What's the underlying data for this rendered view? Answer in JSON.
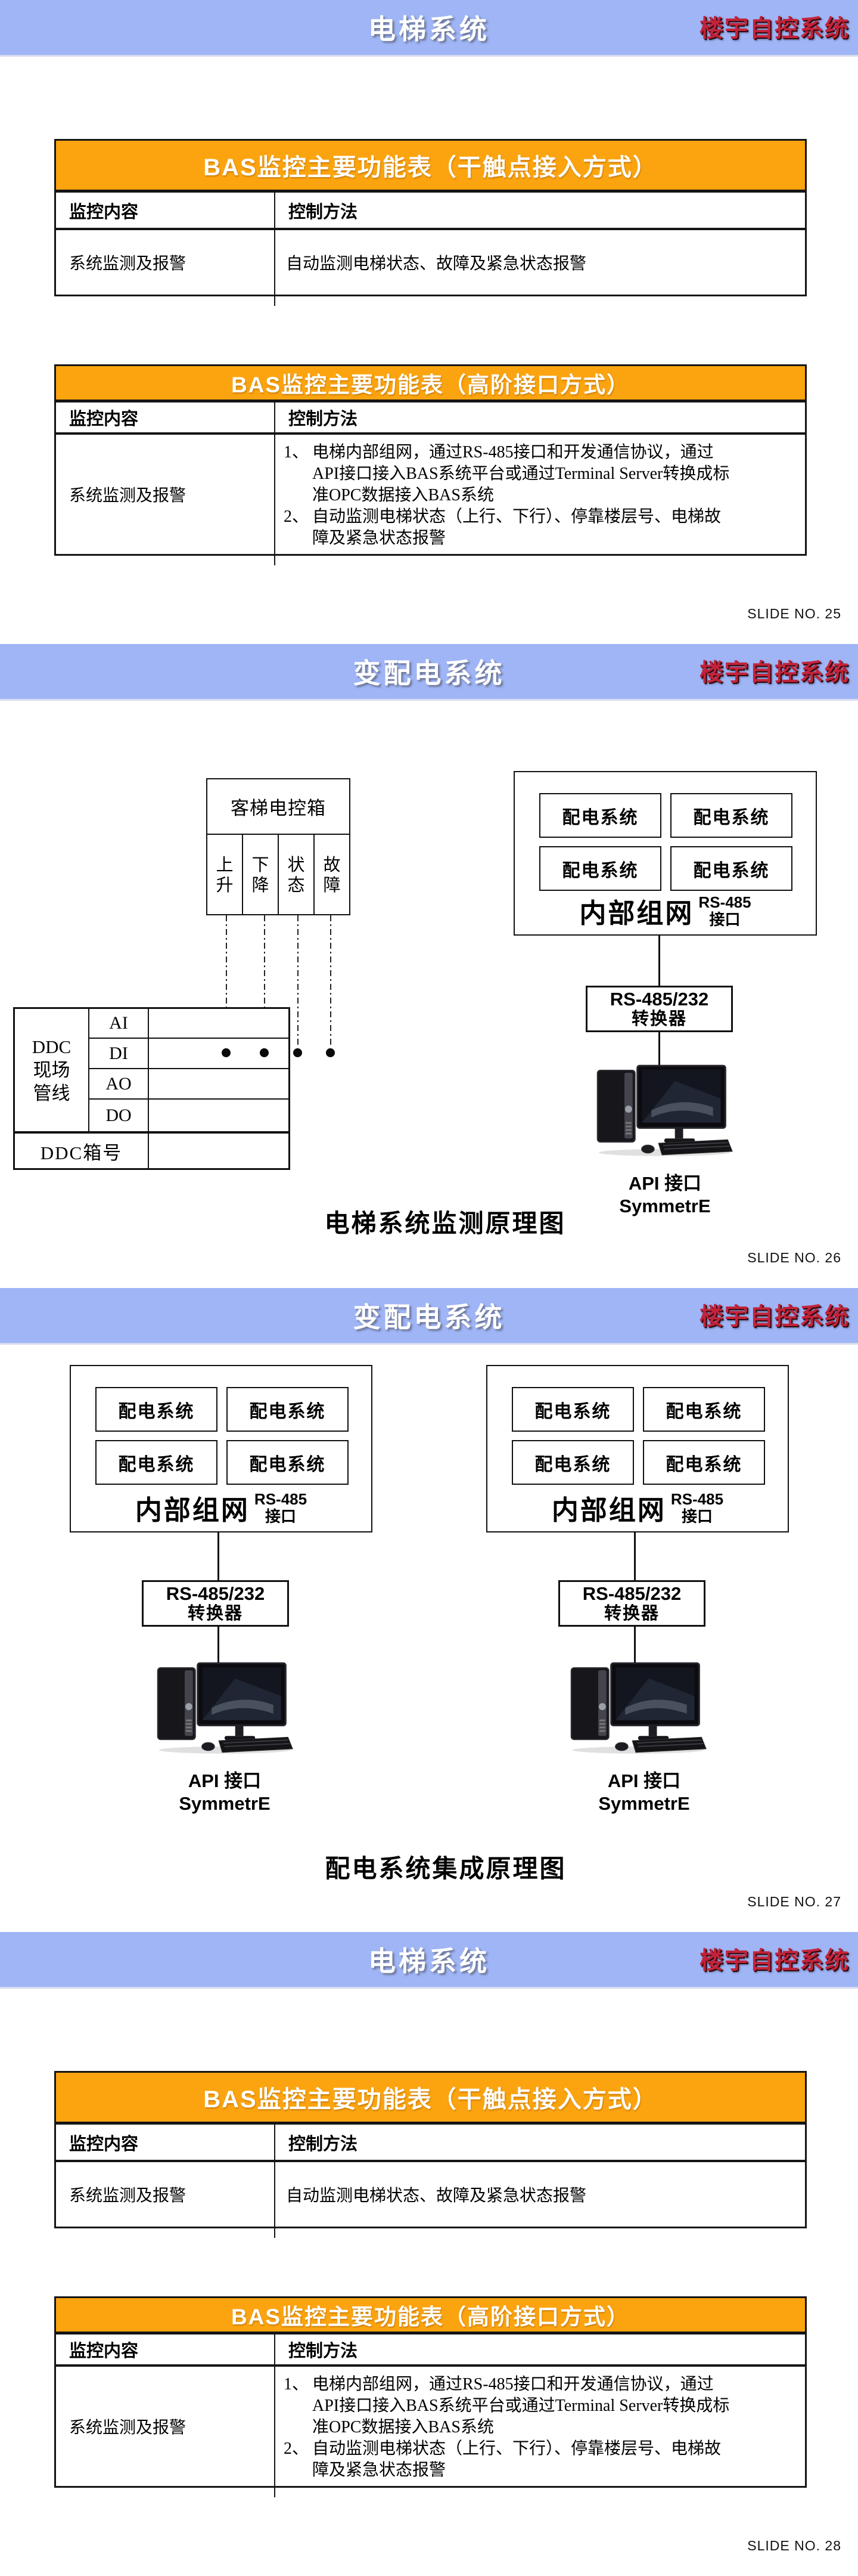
{
  "colors": {
    "header_bg": "#9fb5f6",
    "table_header_orange": "#fca40f",
    "brand_red": "#c2243a"
  },
  "slides": [
    {
      "header": {
        "title": "电梯系统",
        "brand": "楼宇自控系统"
      },
      "slide_no": "SLIDE NO. 25",
      "tables": [
        {
          "title": "BAS监控主要功能表（干触点接入方式）",
          "columns": [
            "监控内容",
            "控制方法"
          ],
          "row": {
            "content": "系统监测及报警",
            "method": "自动监测电梯状态、故障及紧急状态报警"
          }
        },
        {
          "title": "BAS监控主要功能表（高阶接口方式）",
          "columns": [
            "监控内容",
            "控制方法"
          ],
          "row": {
            "content": "系统监测及报警",
            "items": [
              {
                "num": "1、",
                "text": "电梯内部组网，通过RS-485接口和开发通信协议，通过API接口接入BAS系统平台或通过Terminal Server转换成标准OPC数据接入BAS系统"
              },
              {
                "num": "2、",
                "text": "自动监测电梯状态（上行、下行）、停靠楼层号、电梯故障及紧急状态报警"
              }
            ]
          }
        }
      ]
    },
    {
      "header": {
        "title": "变配电系统",
        "brand": "楼宇自控系统"
      },
      "slide_no": "SLIDE NO. 26",
      "elevator_box": {
        "title": "客梯电控箱",
        "columns": [
          "上升",
          "下降",
          "状态",
          "故障"
        ]
      },
      "ddc_table": {
        "side_label_lines": [
          "DDC",
          "现场",
          "管线"
        ],
        "channels": [
          "AI",
          "DI",
          "AO",
          "DO"
        ],
        "bottom_label": "DDC箱号"
      },
      "network_group": {
        "boxes": [
          "配电系统",
          "配电系统",
          "配电系统",
          "配电系统"
        ],
        "label": "内部组网",
        "port_line1": "RS-485",
        "port_line2": "接口"
      },
      "converter": {
        "line1": "RS-485/232",
        "line2": "转换器"
      },
      "computer_label": {
        "line1": "API 接口",
        "line2": "SymmetrE"
      },
      "caption": "电梯系统监测原理图"
    },
    {
      "header": {
        "title": "变配电系统",
        "brand": "楼宇自控系统"
      },
      "slide_no": "SLIDE NO. 27",
      "groups": [
        {
          "boxes": [
            "配电系统",
            "配电系统",
            "配电系统",
            "配电系统"
          ],
          "label": "内部组网",
          "port_line1": "RS-485",
          "port_line2": "接口",
          "converter": {
            "line1": "RS-485/232",
            "line2": "转换器"
          },
          "computer_label": {
            "line1": "API 接口",
            "line2": "SymmetrE"
          }
        },
        {
          "boxes": [
            "配电系统",
            "配电系统",
            "配电系统",
            "配电系统"
          ],
          "label": "内部组网",
          "port_line1": "RS-485",
          "port_line2": "接口",
          "converter": {
            "line1": "RS-485/232",
            "line2": "转换器"
          },
          "computer_label": {
            "line1": "API 接口",
            "line2": "SymmetrE"
          }
        }
      ],
      "caption": "配电系统集成原理图"
    },
    {
      "header": {
        "title": "电梯系统",
        "brand": "楼宇自控系统"
      },
      "slide_no": "SLIDE NO. 28",
      "tables": [
        {
          "title": "BAS监控主要功能表（干触点接入方式）",
          "columns": [
            "监控内容",
            "控制方法"
          ],
          "row": {
            "content": "系统监测及报警",
            "method": "自动监测电梯状态、故障及紧急状态报警"
          }
        },
        {
          "title": "BAS监控主要功能表（高阶接口方式）",
          "columns": [
            "监控内容",
            "控制方法"
          ],
          "row": {
            "content": "系统监测及报警",
            "items": [
              {
                "num": "1、",
                "text": "电梯内部组网，通过RS-485接口和开发通信协议，通过API接口接入BAS系统平台或通过Terminal Server转换成标准OPC数据接入BAS系统"
              },
              {
                "num": "2、",
                "text": "自动监测电梯状态（上行、下行）、停靠楼层号、电梯故障及紧急状态报警"
              }
            ]
          }
        }
      ]
    }
  ]
}
